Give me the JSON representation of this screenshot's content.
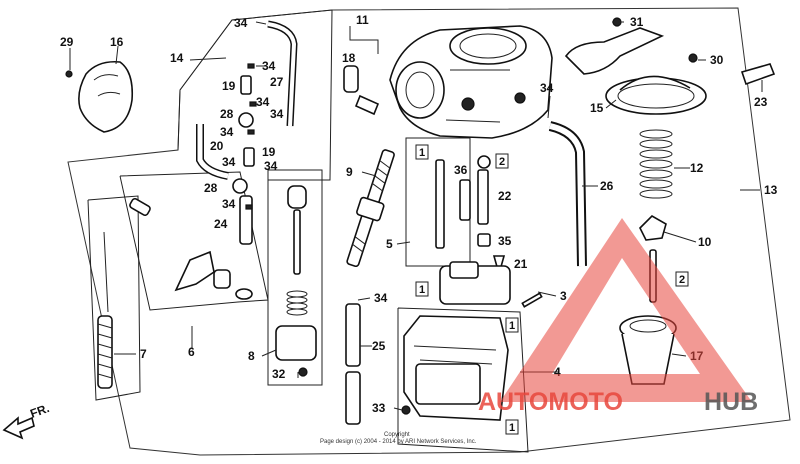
{
  "diagram": {
    "labels": [
      {
        "id": "29",
        "text": "29"
      },
      {
        "id": "16",
        "text": "16"
      },
      {
        "id": "14",
        "text": "14"
      },
      {
        "id": "34a",
        "text": "34"
      },
      {
        "id": "34b",
        "text": "34"
      },
      {
        "id": "19a",
        "text": "19"
      },
      {
        "id": "27",
        "text": "27"
      },
      {
        "id": "28a",
        "text": "28"
      },
      {
        "id": "34c",
        "text": "34"
      },
      {
        "id": "34d",
        "text": "34"
      },
      {
        "id": "34e",
        "text": "34"
      },
      {
        "id": "20",
        "text": "20"
      },
      {
        "id": "19b",
        "text": "19"
      },
      {
        "id": "34f",
        "text": "34"
      },
      {
        "id": "34g",
        "text": "34"
      },
      {
        "id": "28b",
        "text": "28"
      },
      {
        "id": "34h",
        "text": "34"
      },
      {
        "id": "24",
        "text": "24"
      },
      {
        "id": "11",
        "text": "11"
      },
      {
        "id": "18",
        "text": "18"
      },
      {
        "id": "9",
        "text": "9"
      },
      {
        "id": "36",
        "text": "36"
      },
      {
        "id": "22",
        "text": "22"
      },
      {
        "id": "5",
        "text": "5"
      },
      {
        "id": "35",
        "text": "35"
      },
      {
        "id": "21",
        "text": "21"
      },
      {
        "id": "34i",
        "text": "34"
      },
      {
        "id": "26",
        "text": "26"
      },
      {
        "id": "31",
        "text": "31"
      },
      {
        "id": "30",
        "text": "30"
      },
      {
        "id": "23",
        "text": "23"
      },
      {
        "id": "15",
        "text": "15"
      },
      {
        "id": "12",
        "text": "12"
      },
      {
        "id": "13",
        "text": "13"
      },
      {
        "id": "10",
        "text": "10"
      },
      {
        "id": "3",
        "text": "3"
      },
      {
        "id": "7",
        "text": "7"
      },
      {
        "id": "6",
        "text": "6"
      },
      {
        "id": "8",
        "text": "8"
      },
      {
        "id": "32",
        "text": "32"
      },
      {
        "id": "34j",
        "text": "34"
      },
      {
        "id": "25",
        "text": "25"
      },
      {
        "id": "4",
        "text": "4"
      },
      {
        "id": "33",
        "text": "33"
      },
      {
        "id": "17",
        "text": "17"
      }
    ],
    "boxed_labels": [
      {
        "id": "b1a",
        "text": "1"
      },
      {
        "id": "b2a",
        "text": "2"
      },
      {
        "id": "b1b",
        "text": "1"
      },
      {
        "id": "b2b",
        "text": "2"
      },
      {
        "id": "b1c",
        "text": "1"
      },
      {
        "id": "b1d",
        "text": "1"
      }
    ],
    "direction_label": "FR.",
    "copyright": {
      "line1": "Copyright",
      "line2": "Page design (c) 2004 - 2014 by ARI Network Services, Inc."
    }
  },
  "watermark": {
    "text_red": "AUTOMOTO",
    "text_gray": "HUB",
    "color_red": "#e8463c",
    "color_gray": "#555555"
  }
}
